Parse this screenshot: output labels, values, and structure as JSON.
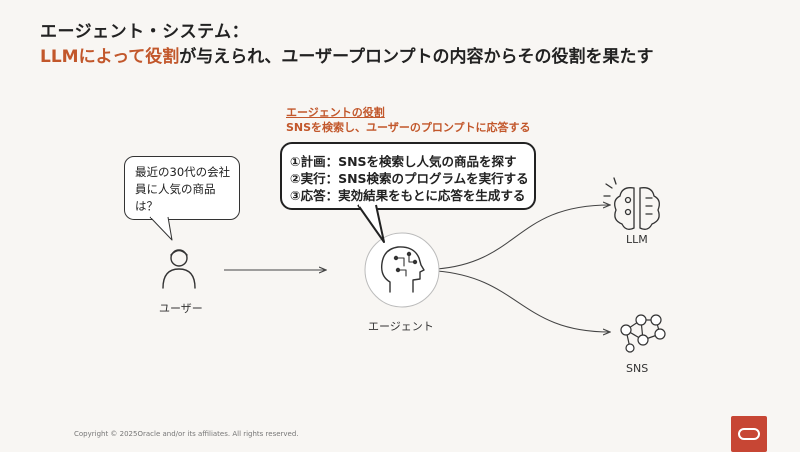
{
  "title": {
    "line1": "エージェント・システム：",
    "line2_accent": "LLMによって役割",
    "line2_rest": "が与えられ、ユーザープロンプトの内容からその役割を果たす"
  },
  "agent_role": {
    "heading": "エージェントの役割",
    "description": "SNSを検索し、ユーザーのプロンプトに応答する"
  },
  "steps": [
    "①計画：SNSを検索し人気の商品を探す",
    "②実行：SNS検索のプログラムを実行する",
    "③応答：実効結果をもとに応答を生成する"
  ],
  "user_question": "最近の30代の会社員に人気の商品は？",
  "labels": {
    "user": "ユーザー",
    "agent": "エージェント",
    "llm": "LLM",
    "sns": "SNS"
  },
  "icons": {
    "user": "person-icon",
    "agent": "brain-circuit-icon",
    "llm": "brain-icon",
    "sns": "network-people-icon",
    "logo": "oracle-logo"
  },
  "colors": {
    "accent": "#c2572b",
    "logo": "#c74634",
    "background": "#f8f6f3"
  },
  "footer": {
    "copyright": "Copyright © 2025Oracle and/or its affiliates. All rights reserved."
  }
}
